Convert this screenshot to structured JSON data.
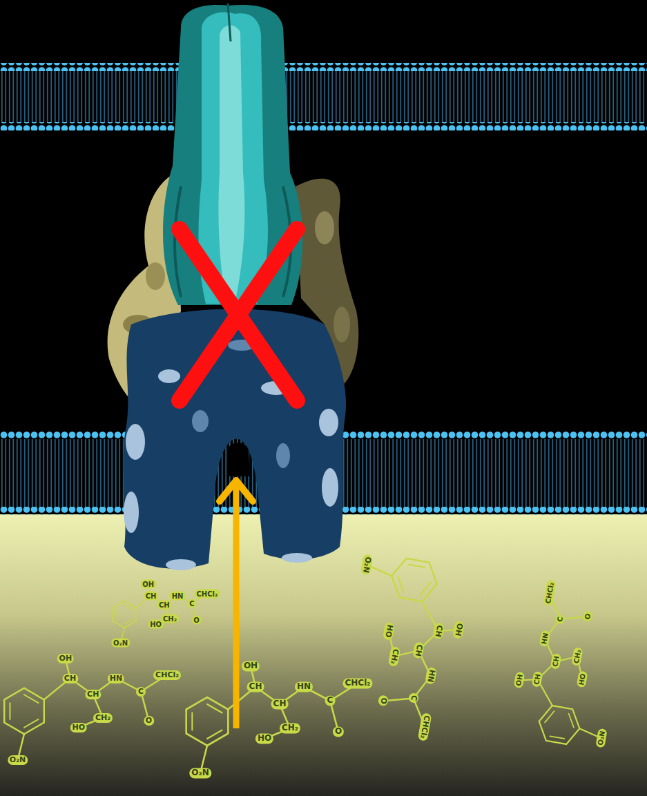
{
  "diagram": {
    "labels": [
      "O₂N",
      "OH",
      "CH",
      "CH",
      "HN",
      "C",
      "O",
      "CHCl₂",
      "CH₂",
      "HO",
      "O₂N",
      "OH",
      "CH",
      "CH",
      "HN",
      "C",
      "O",
      "CHCl₂",
      "CH₂",
      "HO",
      "O₂N",
      "OH",
      "CH",
      "CH",
      "HN",
      "C",
      "O",
      "CHCl₂",
      "CH₂",
      "HO",
      "O₂N",
      "OH",
      "CH",
      "CH",
      "HN",
      "C",
      "O",
      "CHCl₂",
      "CH₂",
      "HO",
      "O₂N",
      "OH",
      "CH",
      "CH",
      "HN",
      "C",
      "O",
      "CHCl₂",
      "CH₂",
      "HO"
    ]
  }
}
